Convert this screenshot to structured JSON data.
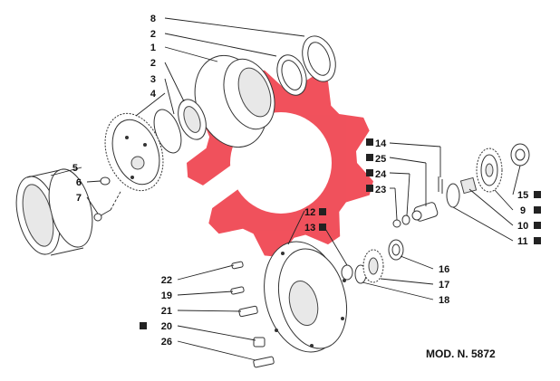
{
  "diagram": {
    "model_label": "MOD. N. 5872",
    "watermark_color": "#ee3340",
    "callouts_left": [
      "8",
      "2",
      "1",
      "2",
      "3",
      "4",
      "5",
      "6",
      "7"
    ],
    "callouts_right_marked": [
      "14",
      "25",
      "24",
      "23"
    ],
    "callouts_upper_mid": [
      "12",
      "13"
    ],
    "callouts_bottom_left": [
      "22",
      "19",
      "21",
      "20",
      "26"
    ],
    "callouts_right": [
      "15",
      "9",
      "10",
      "11"
    ],
    "callouts_lower_mid": [
      "16",
      "17",
      "18"
    ]
  }
}
